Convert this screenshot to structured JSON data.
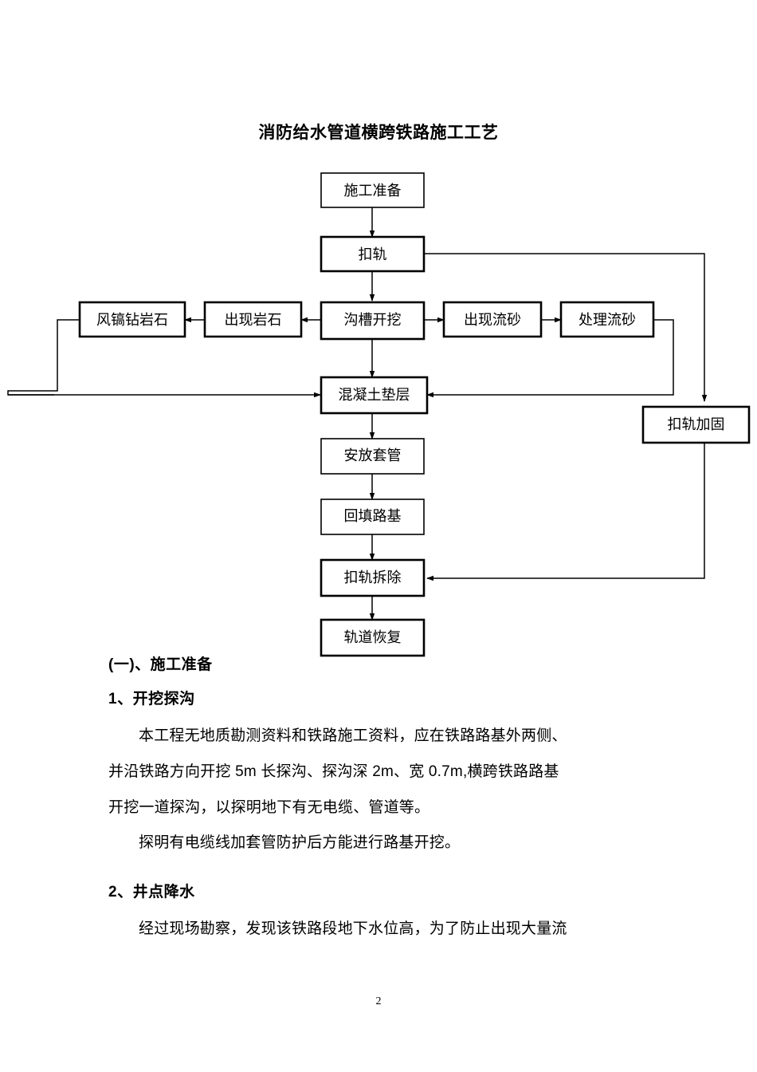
{
  "document": {
    "title": "消防给水管道横跨铁路施工工艺",
    "page_number": "2"
  },
  "flowchart": {
    "nodes": {
      "prep": "施工准备",
      "rail_fasten": "扣轨",
      "trench_excavation": "沟槽开挖",
      "rock_found": "出现岩石",
      "pneumatic_drill": "风镐钻岩石",
      "quicksand_found": "出现流砂",
      "quicksand_treat": "处理流砂",
      "concrete_cushion": "混凝土垫层",
      "place_casing": "安放套管",
      "backfill_subgrade": "回填路基",
      "rail_reinforce": "扣轨加固",
      "rail_removal": "扣轨拆除",
      "track_restore": "轨道恢复"
    }
  },
  "sections": {
    "heading_one": "(一)、施工准备",
    "heading_item_1": "1、开挖探沟",
    "heading_item_2": "2、井点降水",
    "para_1_line_1": "本工程无地质勘测资料和铁路施工资料，应在铁路路基外两侧、",
    "para_1_line_2": "并沿铁路方向开挖 5m 长探沟、探沟深 2m、宽 0.7m,横跨铁路路基",
    "para_1_line_3": "开挖一道探沟，以探明地下有无电缆、管道等。",
    "para_2": "探明有电缆线加套管防护后方能进行路基开挖。",
    "para_3": "经过现场勘察，发现该铁路段地下水位高，为了防止出现大量流"
  }
}
